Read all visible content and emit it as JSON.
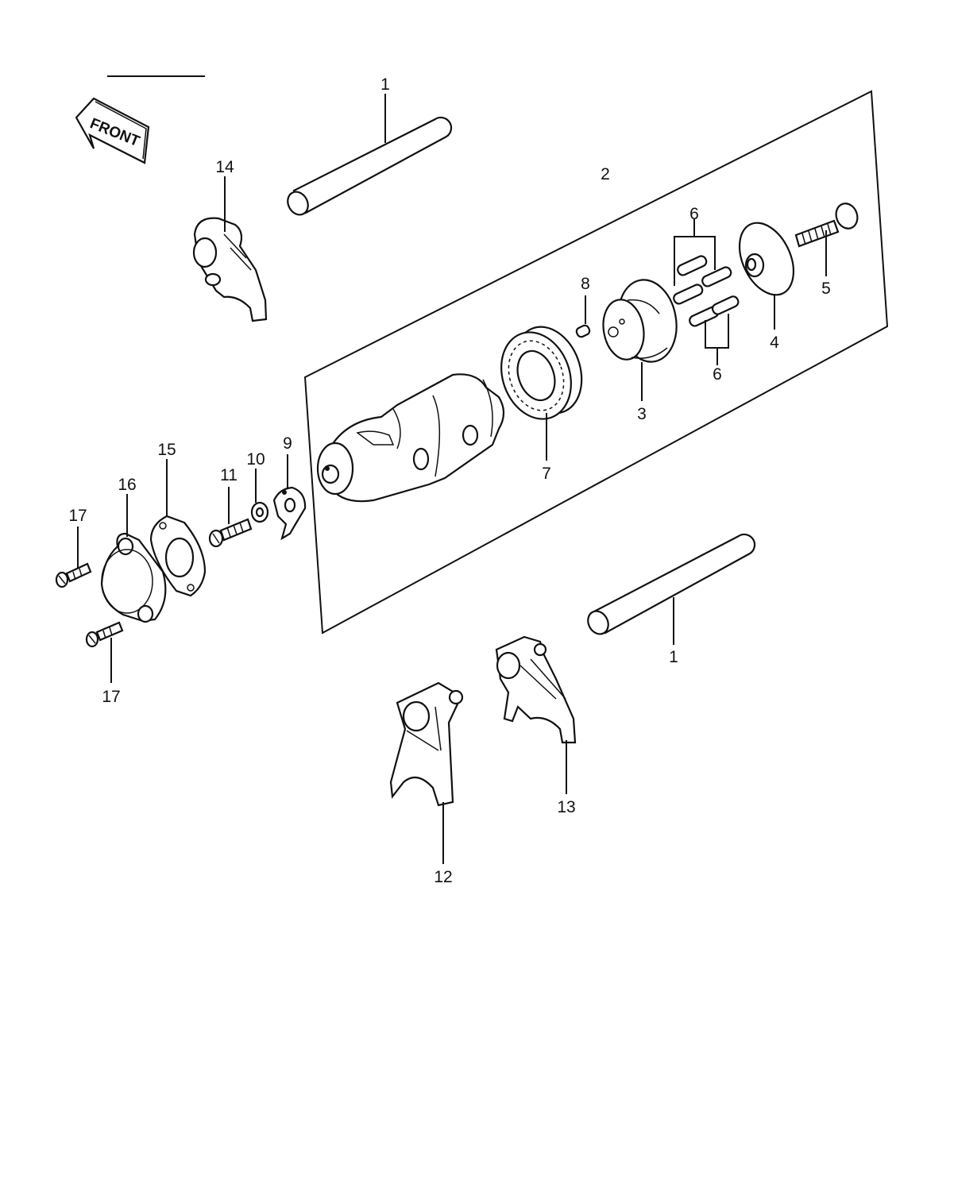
{
  "front_label": "FRONT",
  "callouts": {
    "c1_top": "1",
    "c1_bottom": "1",
    "c2": "2",
    "c3": "3",
    "c4": "4",
    "c5": "5",
    "c6_top": "6",
    "c6_bottom": "6",
    "c7": "7",
    "c8": "8",
    "c9": "9",
    "c10": "10",
    "c11": "11",
    "c12": "12",
    "c13": "13",
    "c14": "14",
    "c15": "15",
    "c16": "16",
    "c17_top": "17",
    "c17_bottom": "17"
  }
}
